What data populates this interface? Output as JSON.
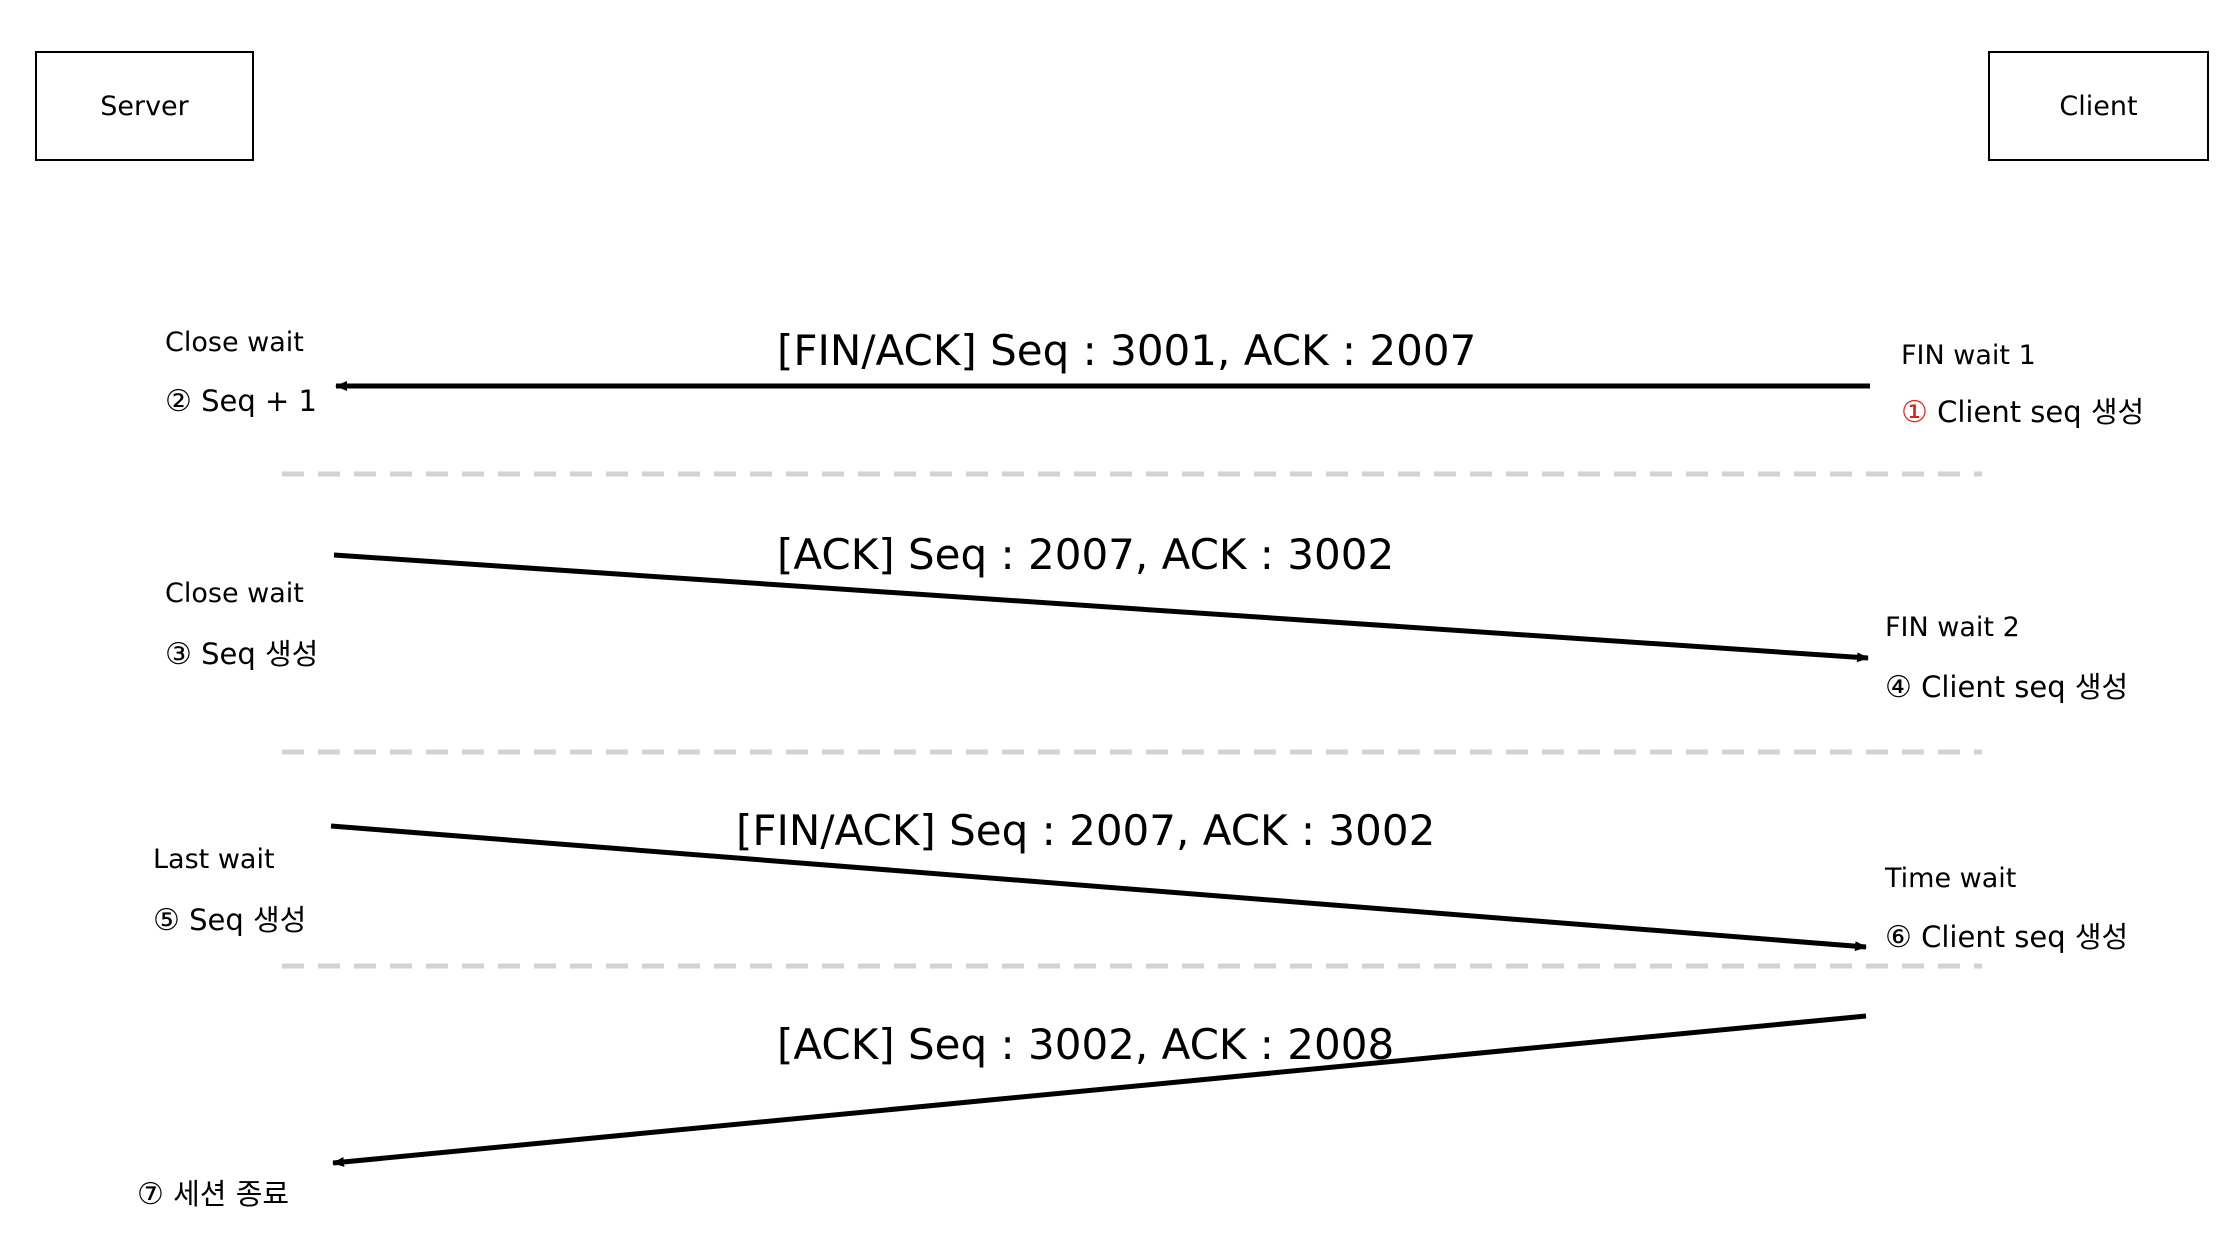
{
  "server": {
    "label": "Server"
  },
  "client": {
    "label": "Client"
  },
  "colors": {
    "arrow": "#000000",
    "divider": "#d3d3d3",
    "highlight": "#e02020"
  },
  "messages": [
    {
      "label": "[FIN/ACK] Seq : 3001, ACK : 2007",
      "direction": "client-to-server"
    },
    {
      "label": "[ACK] Seq : 2007, ACK : 3002",
      "direction": "server-to-client"
    },
    {
      "label": "[FIN/ACK] Seq : 2007, ACK : 3002",
      "direction": "server-to-client"
    },
    {
      "label": "[ACK] Seq : 3002, ACK : 2008",
      "direction": "client-to-server"
    }
  ],
  "server_states": [
    {
      "state": "Close wait",
      "num": "②",
      "step": "Seq + 1"
    },
    {
      "state": "Close wait",
      "num": "③",
      "step": "Seq 생성"
    },
    {
      "state": "Last wait",
      "num": "⑤",
      "step": "Seq 생성"
    },
    {
      "state": "",
      "num": "⑦",
      "step": "세션 종료"
    }
  ],
  "client_states": [
    {
      "state": "FIN wait 1",
      "num": "①",
      "step": "Client seq 생성"
    },
    {
      "state": "FIN wait 2",
      "num": "④",
      "step": "Client seq 생성"
    },
    {
      "state": "Time wait",
      "num": "⑥",
      "step": "Client seq 생성"
    }
  ]
}
